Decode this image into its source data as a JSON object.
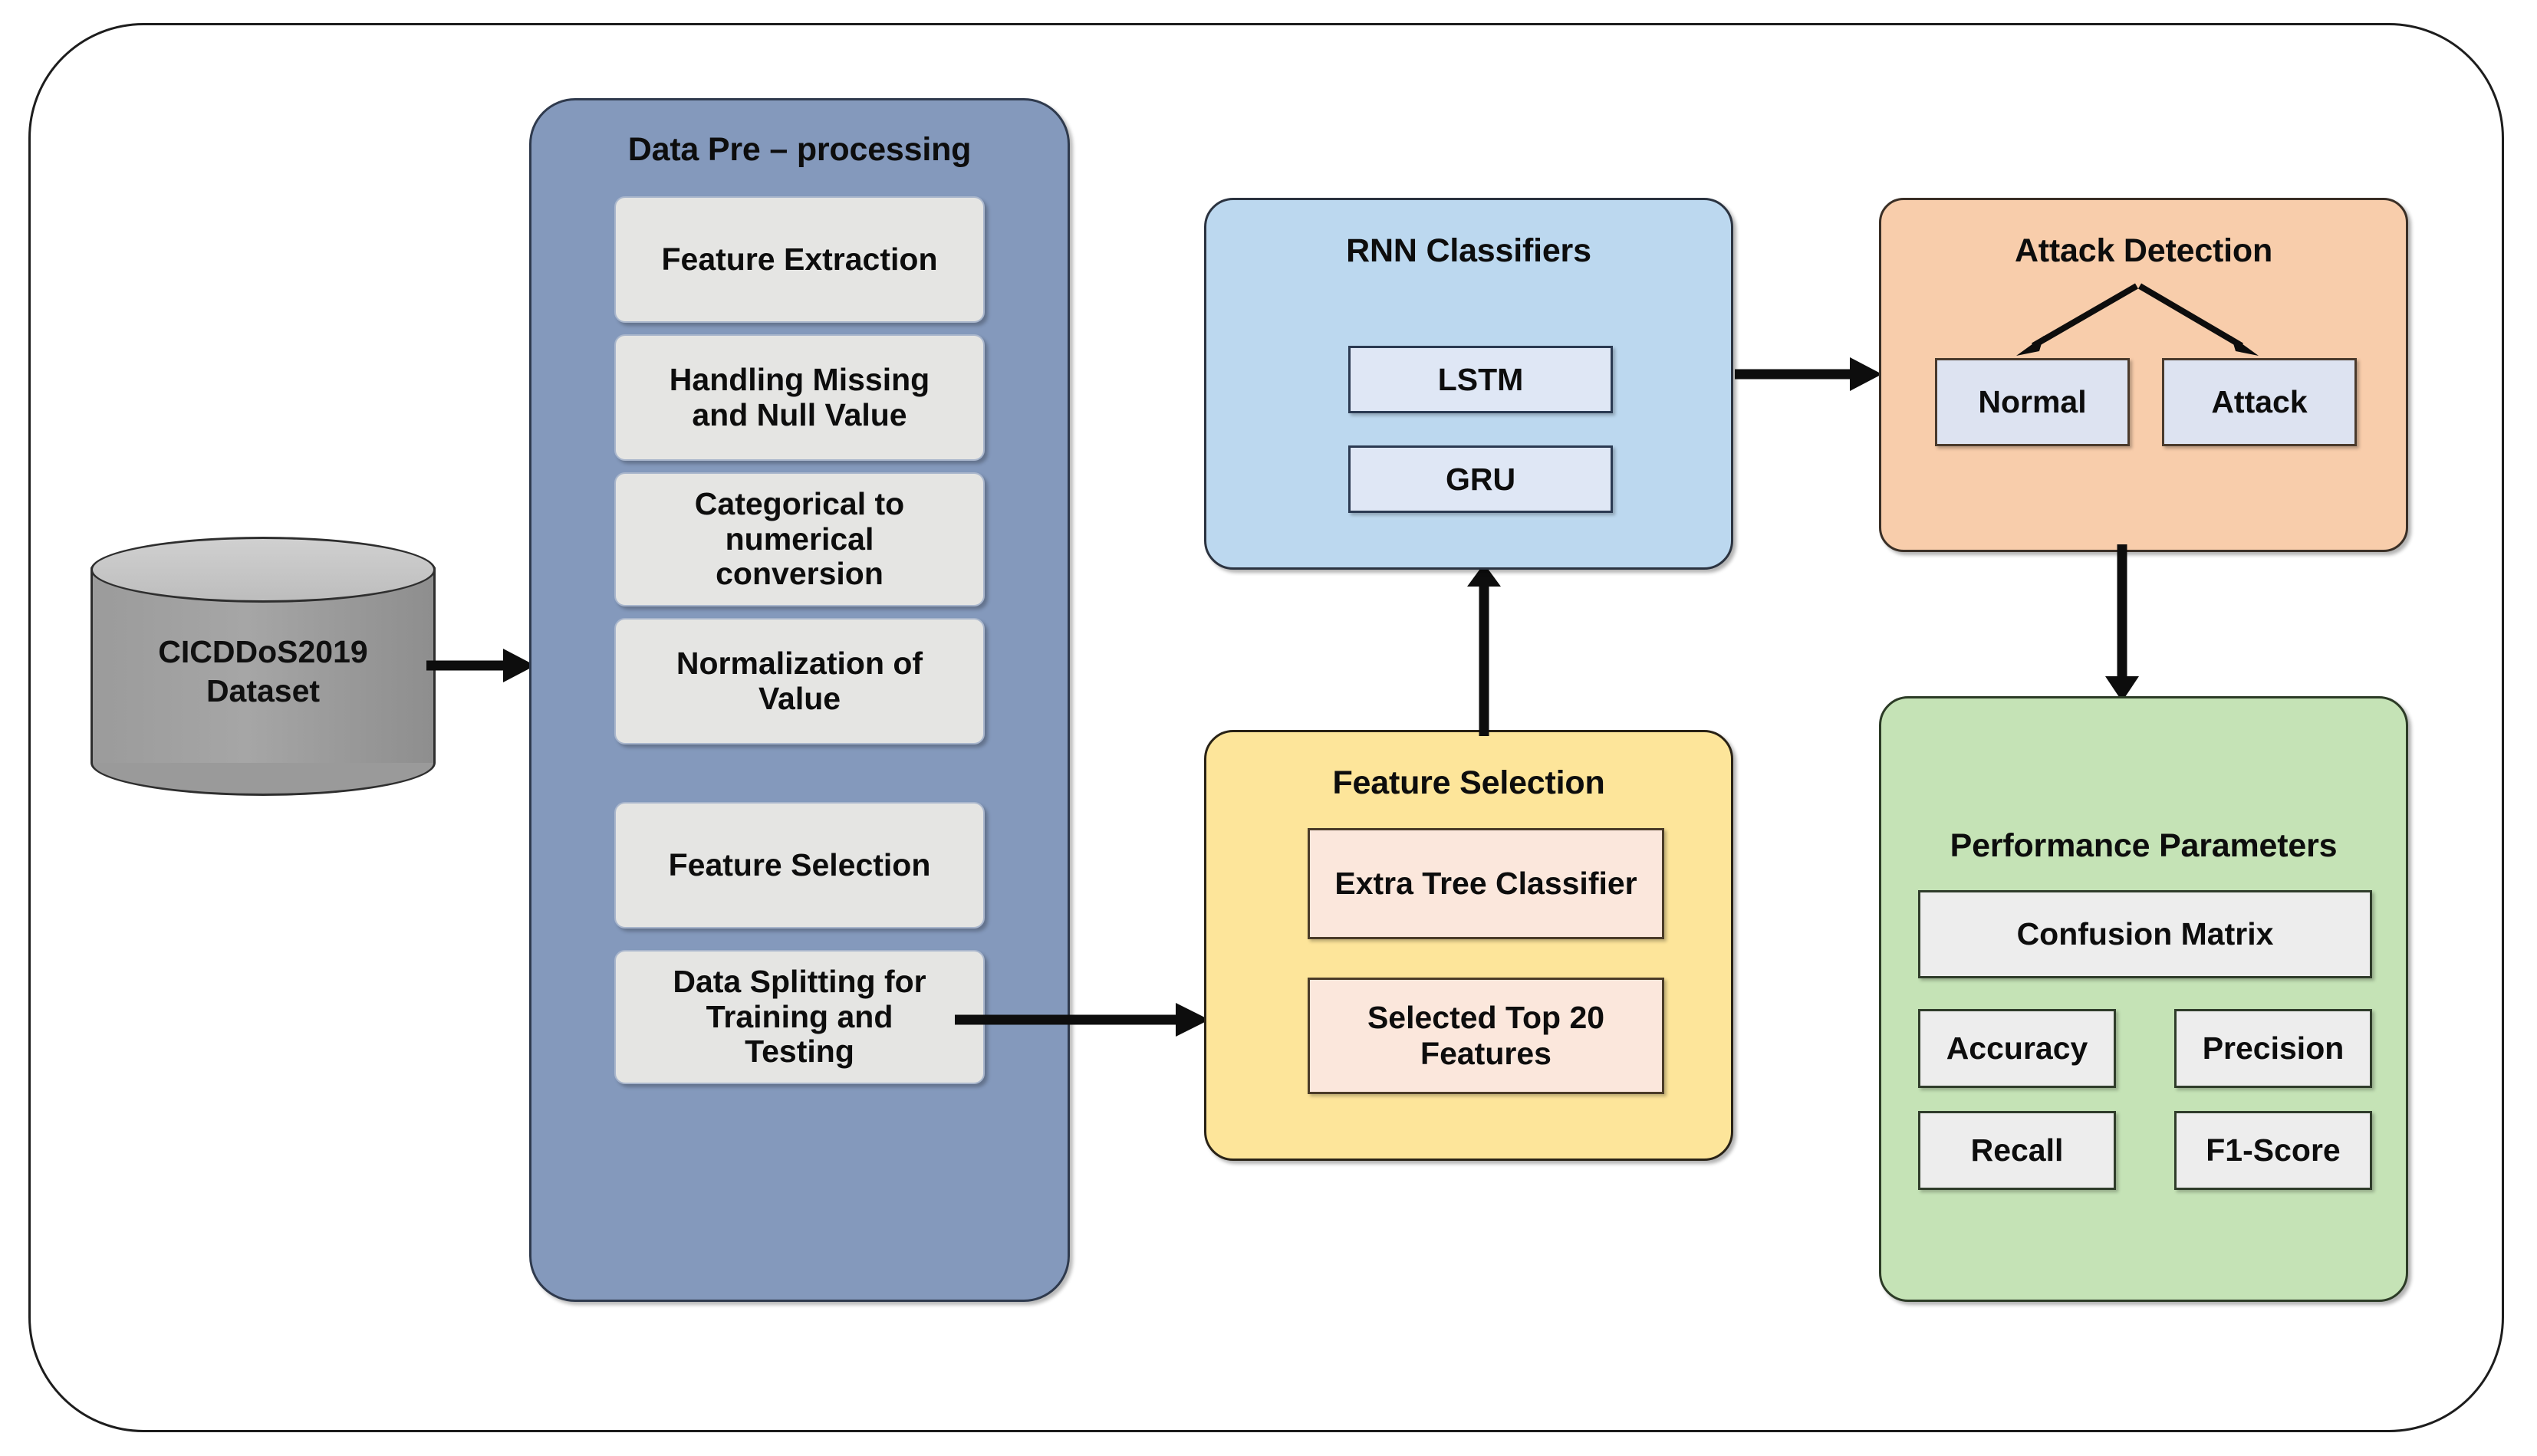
{
  "diagram": {
    "title": "DDoS attack detection methodology flow diagram",
    "colors": {
      "preprocessing_fill": "#8499bc",
      "rnn_fill": "#bcd8ef",
      "attack_fill": "#f8cdab",
      "feature_selection_fill": "#fde59a",
      "performance_fill": "#c5e3b6",
      "inner_box_gray": "#e5e5e3",
      "inner_box_blue": "#dfe7f5",
      "inner_box_peach": "#fbe7dc",
      "dataset_fill": "#9b9b9b",
      "arrow_color": "#0d0d0d",
      "frame_border": "#1d1d1d"
    }
  },
  "dataset": {
    "name": "CICDDoS2019 Dataset",
    "line1": "CICDDoS2019",
    "line2": "Dataset"
  },
  "preprocessing": {
    "title": "Data Pre – processing",
    "items": [
      {
        "label": "Feature Extraction"
      },
      {
        "label": "Handling Missing and Null Value",
        "line1": "Handling Missing",
        "line2": "and Null Value"
      },
      {
        "label": "Categorical to numerical conversion",
        "line1": "Categorical to",
        "line2": "numerical",
        "line3": "conversion"
      },
      {
        "label": "Normalization of Value",
        "line1": "Normalization of",
        "line2": "Value"
      },
      {
        "label": "Feature Selection"
      },
      {
        "label": "Data Splitting  for Training and Testing",
        "line1": "Data Splitting  for",
        "line2": "Training and",
        "line3": "Testing"
      }
    ]
  },
  "feature_selection": {
    "title": "Feature Selection",
    "items": [
      {
        "label": "Extra Tree Classifier"
      },
      {
        "label": "Selected Top 20 Features",
        "line1": "Selected Top 20",
        "line2": "Features"
      }
    ]
  },
  "rnn_classifiers": {
    "title": "RNN Classifiers",
    "items": [
      {
        "label": "LSTM"
      },
      {
        "label": "GRU"
      }
    ]
  },
  "attack_detection": {
    "title": "Attack Detection",
    "outcomes": [
      {
        "label": "Normal"
      },
      {
        "label": "Attack"
      }
    ]
  },
  "performance": {
    "title": "Performance Parameters",
    "primary": {
      "label": "Confusion Matrix"
    },
    "metrics": [
      {
        "label": "Accuracy"
      },
      {
        "label": "Precision"
      },
      {
        "label": "Recall"
      },
      {
        "label": "F1-Score"
      }
    ]
  },
  "connections": [
    {
      "from": "CICDDoS2019 Dataset",
      "to": "Data Pre – processing"
    },
    {
      "from": "Feature Selection",
      "to": "Feature Selection (Extra Tree)"
    },
    {
      "from": "Feature Selection (Extra Tree)",
      "to": "RNN Classifiers"
    },
    {
      "from": "RNN Classifiers",
      "to": "Attack Detection"
    },
    {
      "from": "Attack Detection",
      "to": "Normal"
    },
    {
      "from": "Attack Detection",
      "to": "Attack"
    },
    {
      "from": "Attack Detection",
      "to": "Performance Parameters"
    }
  ]
}
